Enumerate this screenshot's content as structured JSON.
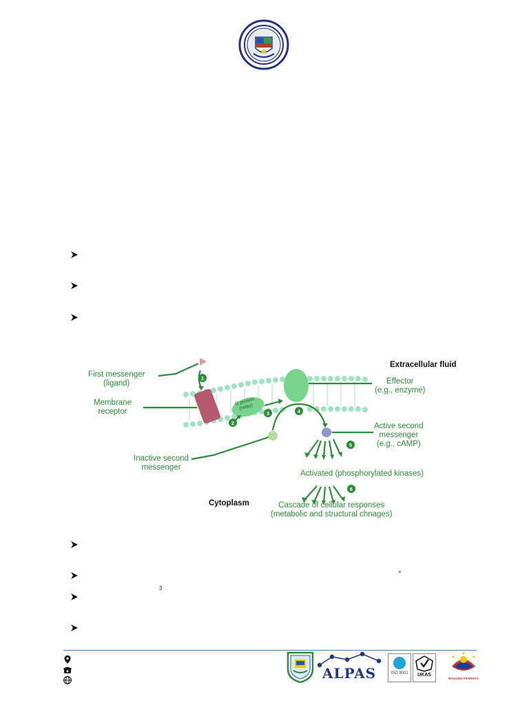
{
  "diagram": {
    "labels": {
      "first_messenger": "First messenger\n(ligand)",
      "membrane_receptor": "Membrane\nreceptor",
      "g_protein": "G protein\n(relay)",
      "extracellular": "Extracellular fluid",
      "effector": "Effector\n(e.g., enzyme)",
      "active_second": "Active second\nmessenger\n(e.g., cAMP)",
      "inactive_second": "Inactive second\nmessenger",
      "activated": "Activated (phosphorylated kinases)",
      "cytoplasm": "Cytoplasm",
      "cascade": "Cascade of cellular responses\n(metabolic and structural chnages)"
    },
    "steps": [
      "1",
      "2",
      "3",
      "4",
      "5",
      "6"
    ]
  },
  "stray_marks": {
    "plus": "+",
    "three": "3"
  },
  "colors": {
    "green": "#2e8b3c",
    "membrane": "#9fe3c4",
    "receptor": "#b55a6e",
    "ligand": "#e59aa8",
    "footer_rule": "#4a78c8"
  },
  "footer": {
    "icons": [
      "location-pin-icon",
      "telephone-icon",
      "globe-icon"
    ],
    "logos": {
      "alpas": "ALPAS",
      "iso": "ISO 9001",
      "ukas": "UKAS",
      "bagong": "BAGONG PILIPINAS"
    }
  }
}
